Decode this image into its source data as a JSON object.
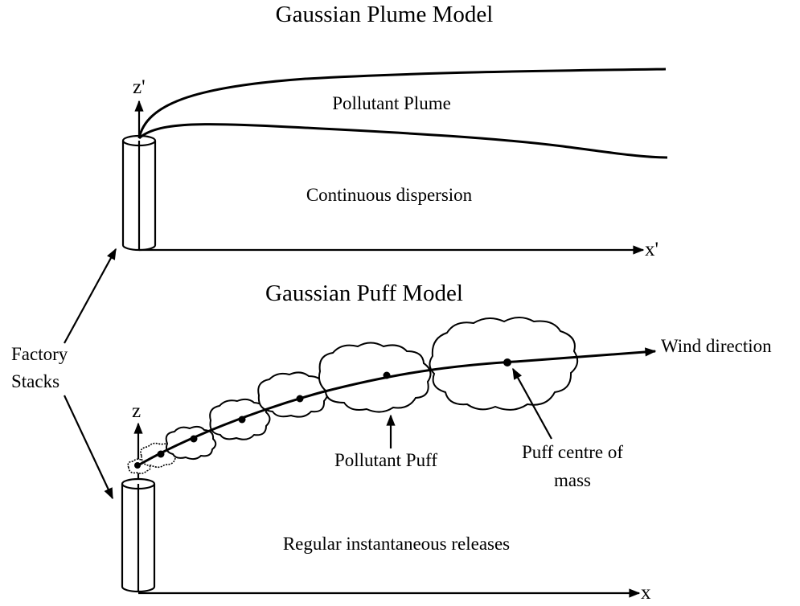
{
  "plume": {
    "title": "Gaussian Plume Model",
    "plume_label": "Pollutant Plume",
    "dispersion_label": "Continuous dispersion",
    "z_axis": "z'",
    "x_axis": "x'"
  },
  "puff": {
    "title": "Gaussian Puff Model",
    "wind_label": "Wind direction",
    "puff_label": "Pollutant Puff",
    "centre_label_line1": "Puff centre of",
    "centre_label_line2": "mass",
    "releases_label": "Regular instantaneous releases",
    "z_axis": "z",
    "x_axis": "x"
  },
  "stacks": {
    "label_line1": "Factory",
    "label_line2": "Stacks"
  }
}
